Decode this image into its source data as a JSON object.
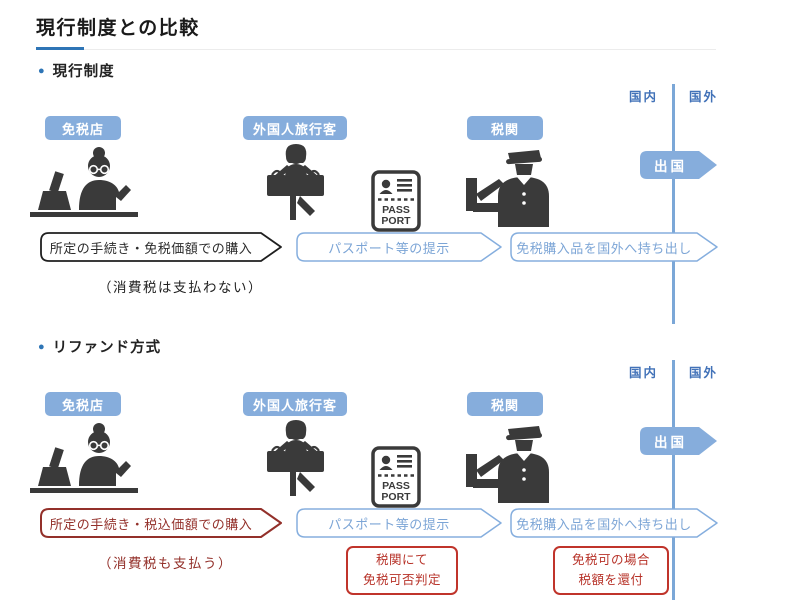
{
  "page": {
    "title": "現行制度との比較"
  },
  "passport": {
    "line1": "PASS",
    "line2": "PORT"
  },
  "sections": [
    {
      "heading": "現行制度",
      "regions": {
        "domestic": "国内",
        "overseas": "国外"
      },
      "departure": "出国",
      "actors": {
        "shop": "免税店",
        "traveler": "外国人旅行客",
        "customs": "税関"
      },
      "steps": [
        {
          "text": "所定の手続き・免税価額での購入"
        },
        {
          "text": "パスポート等の提示"
        },
        {
          "text": "免税購入品を国外へ持ち出し"
        }
      ],
      "note": "（消費税は支払わない）"
    },
    {
      "heading": "リファンド方式",
      "regions": {
        "domestic": "国内",
        "overseas": "国外"
      },
      "departure": "出国",
      "actors": {
        "shop": "免税店",
        "traveler": "外国人旅行客",
        "customs": "税関"
      },
      "steps": [
        {
          "text": "所定の手続き・税込価額での購入"
        },
        {
          "text": "パスポート等の提示"
        },
        {
          "text": "免税購入品を国外へ持ち出し"
        }
      ],
      "note": "（消費税も支払う）",
      "callouts": [
        {
          "line1": "税関にて",
          "line2": "免税可否判定"
        },
        {
          "line1": "免税可の場合",
          "line2": "税額を還付"
        }
      ]
    }
  ],
  "colors": {
    "accent_blue": "#2e75b6",
    "label_blue": "#86addc",
    "line_blue": "#7ba7d7",
    "step_blue_text": "#7ca5d6",
    "region_blue": "#4272b8",
    "dark_red": "#93302a",
    "callout_red": "#c0342b",
    "icon_gray": "#3a3a3a"
  }
}
